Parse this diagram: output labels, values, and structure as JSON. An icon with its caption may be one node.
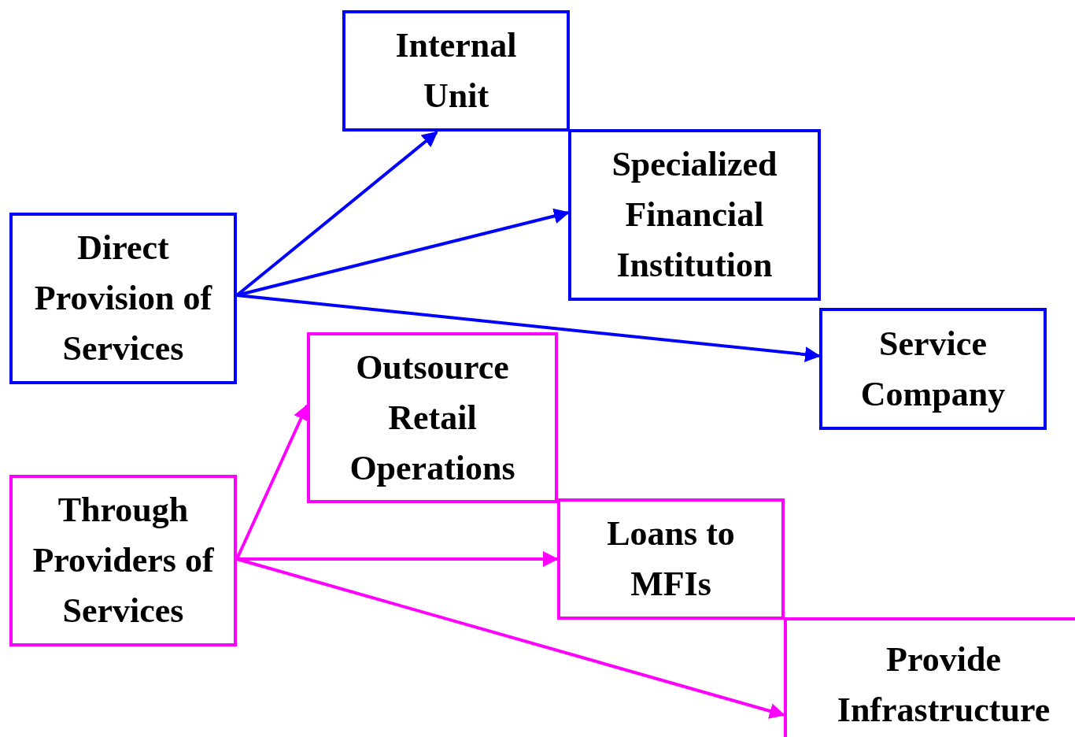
{
  "diagram": {
    "nodes": [
      {
        "text": [
          "Direct Provision of Services"
        ]
      },
      {
        "text": [
          "Internal Unit"
        ]
      },
      {
        "text": [
          "Specialized Financial Institution"
        ]
      },
      {
        "text": [
          "Service Company"
        ]
      },
      {
        "text": [
          "Through Providers of Services"
        ]
      },
      {
        "text": [
          "Outsource Retail Operations"
        ]
      },
      {
        "text": [
          "Loans to MFIs"
        ]
      },
      {
        "text": [
          "Provide Infrastructure"
        ]
      }
    ],
    "edges": [
      {
        "from": 0,
        "to": 1,
        "arrow": "to"
      },
      {
        "from": 0,
        "to": 2,
        "arrow": "to"
      },
      {
        "from": 0,
        "to": 3,
        "arrow": "to"
      },
      {
        "from": 4,
        "to": 5,
        "arrow": "to",
        "color": "#ff00ff"
      },
      {
        "from": 4,
        "to": 6,
        "arrow": "to",
        "color": "#ff00ff"
      },
      {
        "from": 4,
        "to": 7,
        "arrow": "to",
        "color": "#ff00ff"
      }
    ]
  }
}
